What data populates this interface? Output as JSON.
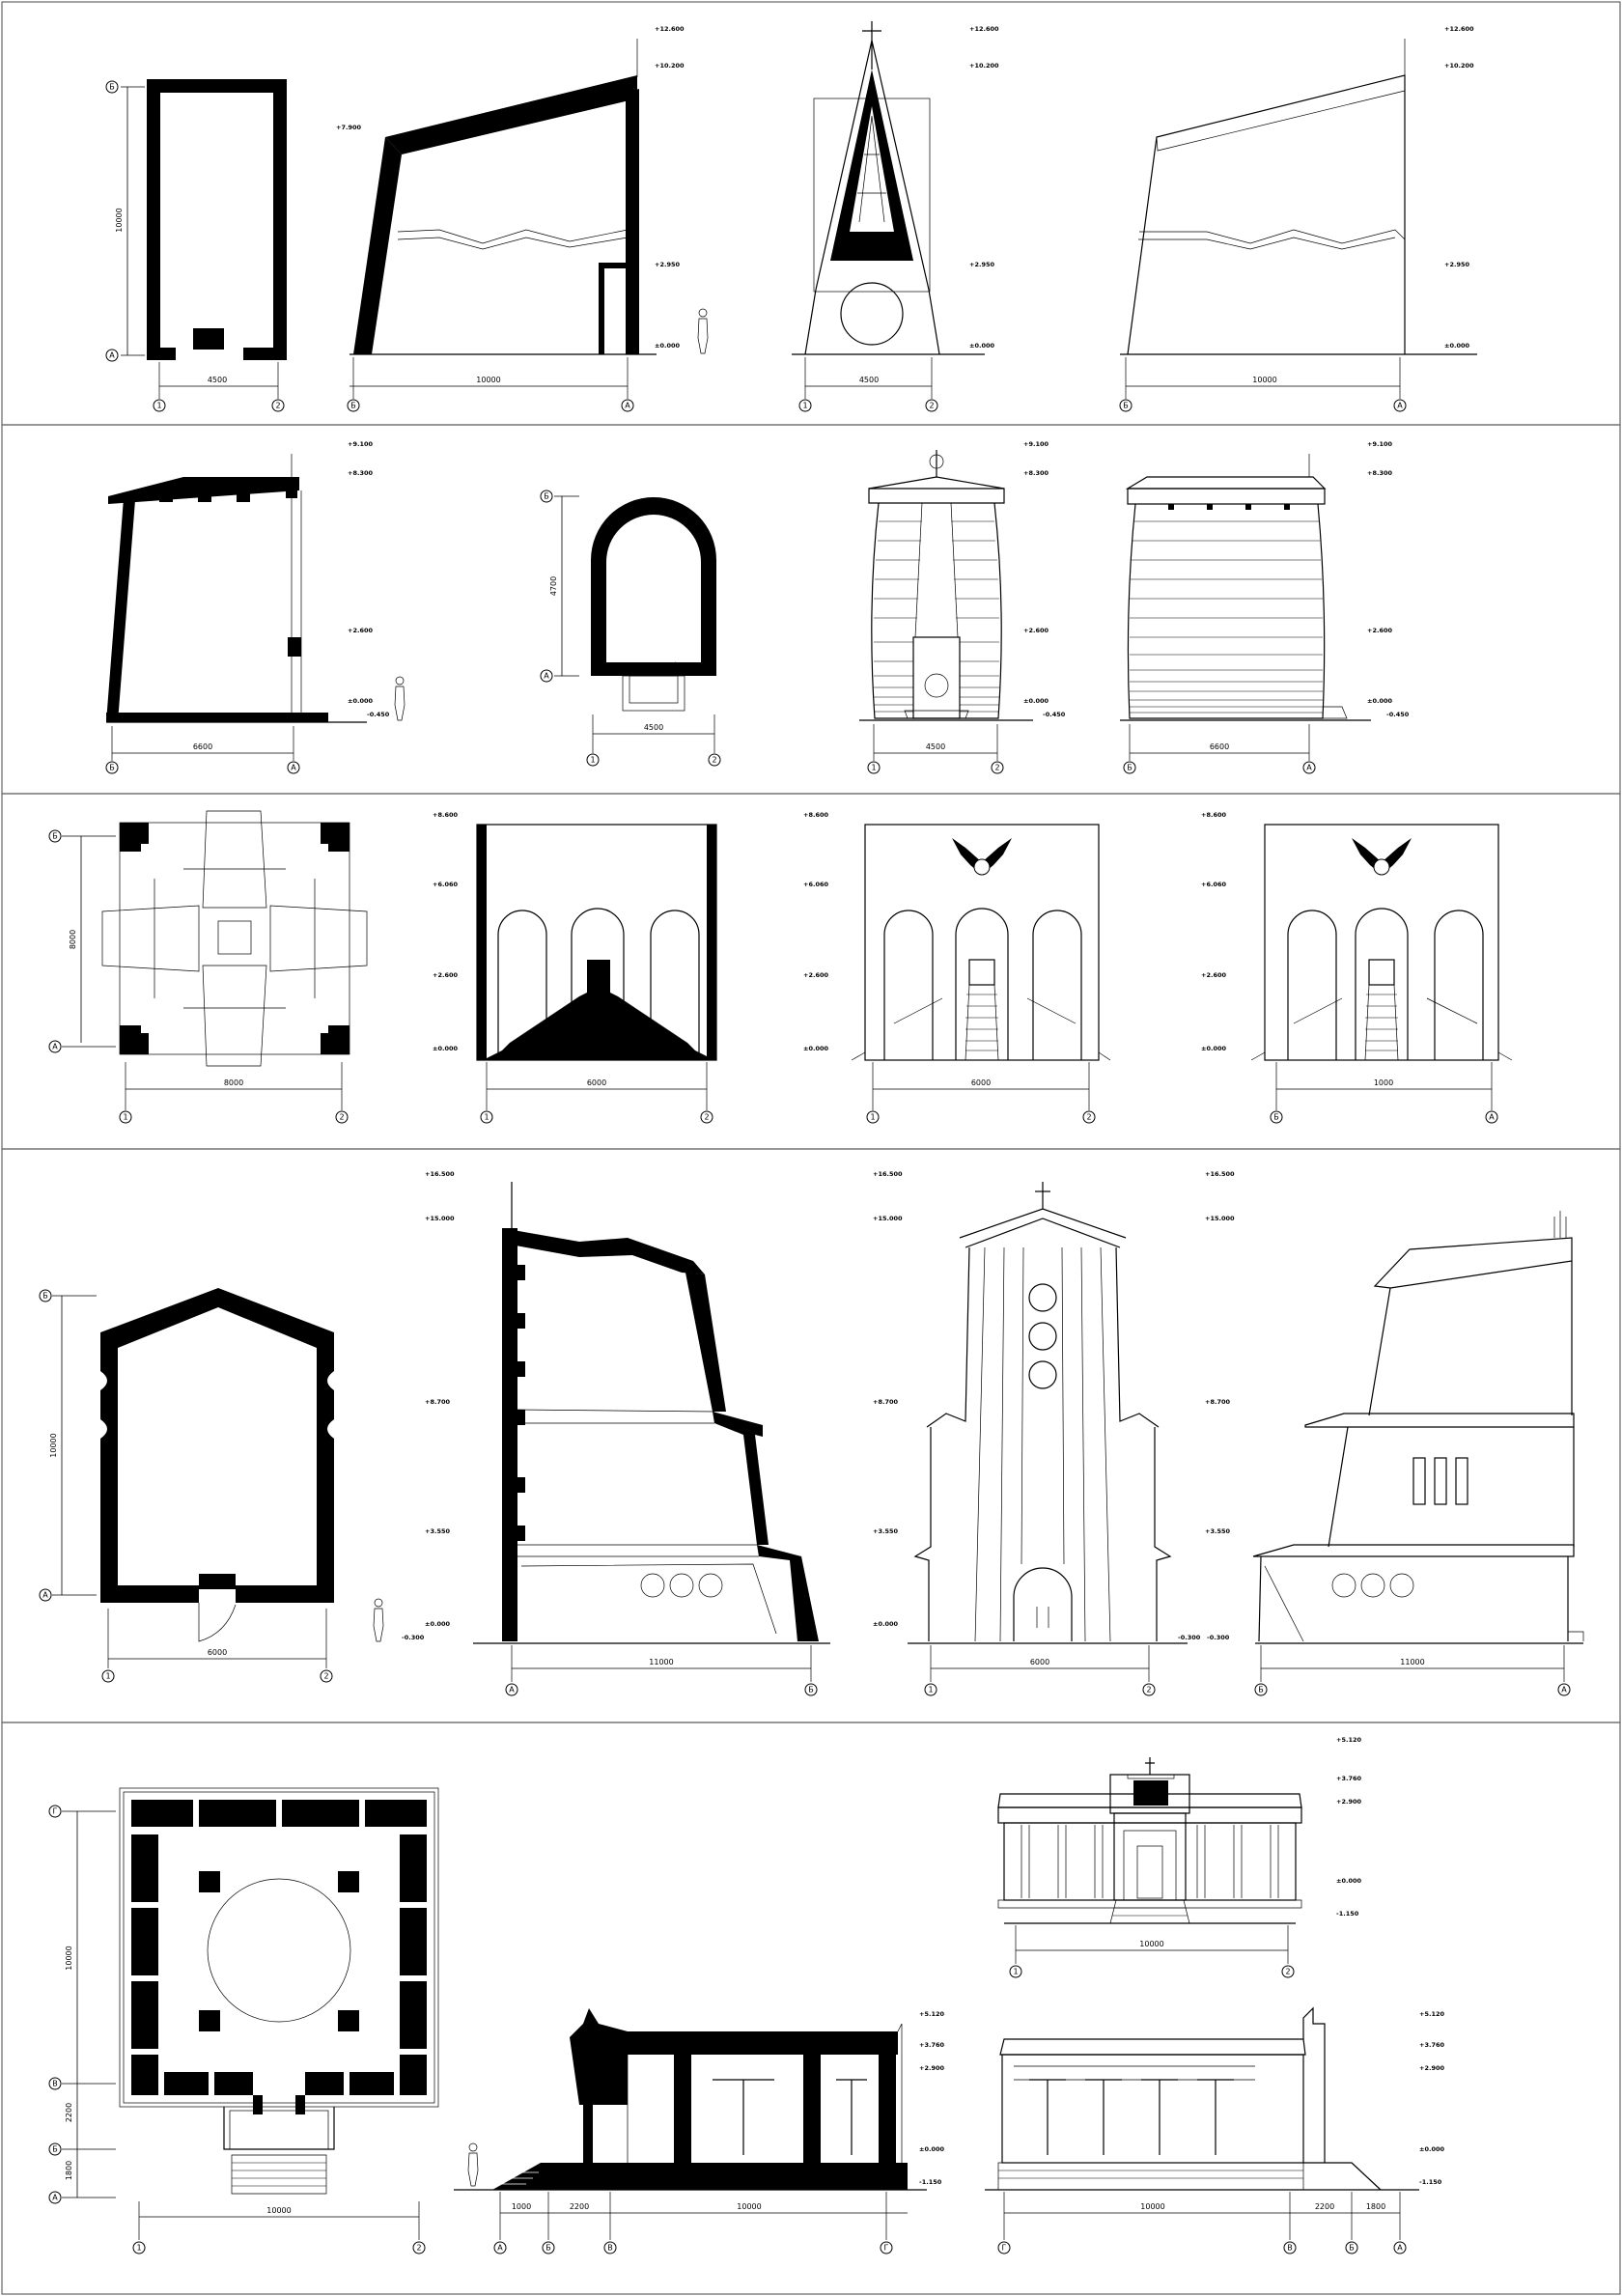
{
  "rows": [
    {
      "id": "row1",
      "plan": {
        "dim_h": "4500",
        "dim_v": "10000",
        "axes_h": [
          "1",
          "2"
        ],
        "axes_v": [
          "Б",
          "А"
        ]
      },
      "section": {
        "dim": "10000",
        "axes": [
          "Б",
          "А"
        ],
        "levels": [
          "+12.600",
          "+10.200",
          "+7.900",
          "+2.950",
          "±0.000"
        ]
      },
      "front": {
        "dim": "4500",
        "axes": [
          "1",
          "2"
        ],
        "levels": [
          "+12.600",
          "+10.200",
          "+2.950",
          "±0.000"
        ]
      },
      "side": {
        "dim": "10000",
        "axes": [
          "Б",
          "А"
        ],
        "levels": [
          "+12.600",
          "+10.200",
          "+2.950",
          "±0.000"
        ]
      }
    },
    {
      "id": "row2",
      "section": {
        "dim": "6600",
        "axes": [
          "Б",
          "А"
        ],
        "levels": [
          "+9.100",
          "+8.300",
          "+2.600",
          "±0.000",
          "-0.450"
        ]
      },
      "plan": {
        "dim_h": "4500",
        "dim_v": "4700",
        "axes_h": [
          "1",
          "2"
        ],
        "axes_v": [
          "Б",
          "А"
        ]
      },
      "front": {
        "dim": "4500",
        "axes": [
          "1",
          "2"
        ],
        "levels": [
          "+9.100",
          "+8.300",
          "+2.600",
          "±0.000",
          "-0.450"
        ]
      },
      "side": {
        "dim": "6600",
        "axes": [
          "Б",
          "А"
        ],
        "levels": [
          "+9.100",
          "+8.300",
          "+2.600",
          "±0.000",
          "-0.450"
        ]
      }
    },
    {
      "id": "row3",
      "plan": {
        "dim_h": "8000",
        "dim_v": "8000",
        "axes_h": [
          "1",
          "2"
        ],
        "axes_v": [
          "Б",
          "А"
        ]
      },
      "section": {
        "dim": "6000",
        "axes": [
          "1",
          "2"
        ],
        "levels": [
          "+8.600",
          "+6.060",
          "+2.600",
          "±0.000"
        ]
      },
      "front": {
        "dim": "6000",
        "axes": [
          "1",
          "2"
        ],
        "levels": [
          "+8.600",
          "+6.060",
          "+2.600",
          "±0.000"
        ]
      },
      "side": {
        "dim": "1000",
        "axes": [
          "Б",
          "А"
        ],
        "levels": [
          "+8.600",
          "+6.060",
          "+2.600",
          "±0.000"
        ]
      }
    },
    {
      "id": "row4",
      "plan": {
        "dim_h": "6000",
        "dim_v": "10000",
        "axes_h": [
          "1",
          "2"
        ],
        "axes_v": [
          "Б",
          "А"
        ]
      },
      "section": {
        "dim": "11000",
        "axes": [
          "А",
          "Б"
        ],
        "levels": [
          "+16.500",
          "+15.000",
          "+8.700",
          "+3.550",
          "±0.000",
          "-0.300"
        ]
      },
      "front": {
        "dim": "6000",
        "axes": [
          "1",
          "2"
        ],
        "levels": [
          "+16.500",
          "+15.000",
          "+8.700",
          "+3.550",
          "±0.000",
          "-0.300"
        ]
      },
      "side": {
        "dim": "11000",
        "axes": [
          "Б",
          "А"
        ],
        "levels": [
          "+16.500",
          "+15.000",
          "+8.700",
          "+3.550",
          "-0.300"
        ]
      }
    },
    {
      "id": "row5",
      "plan": {
        "dim_h": "10000",
        "dims_v": [
          "10000",
          "2200",
          "1800"
        ],
        "axes_h": [
          "1",
          "2"
        ],
        "axes_v": [
          "Г",
          "В",
          "Б",
          "А"
        ]
      },
      "front": {
        "dim": "10000",
        "axes": [
          "1",
          "2"
        ],
        "levels": [
          "+5.120",
          "+3.760",
          "+2.900",
          "±0.000",
          "-1.150"
        ]
      },
      "section": {
        "dims": [
          "1000",
          "2200",
          "10000"
        ],
        "axes": [
          "А",
          "Б",
          "В",
          "Г"
        ],
        "levels": [
          "+5.120",
          "+3.760",
          "+2.900",
          "±0.000",
          "-1.150"
        ]
      },
      "side": {
        "dims": [
          "10000",
          "2200",
          "1800"
        ],
        "axes": [
          "Г",
          "В",
          "Б",
          "А"
        ],
        "levels": [
          "+5.120",
          "+3.760",
          "+2.900",
          "±0.000",
          "-1.150"
        ]
      }
    }
  ]
}
